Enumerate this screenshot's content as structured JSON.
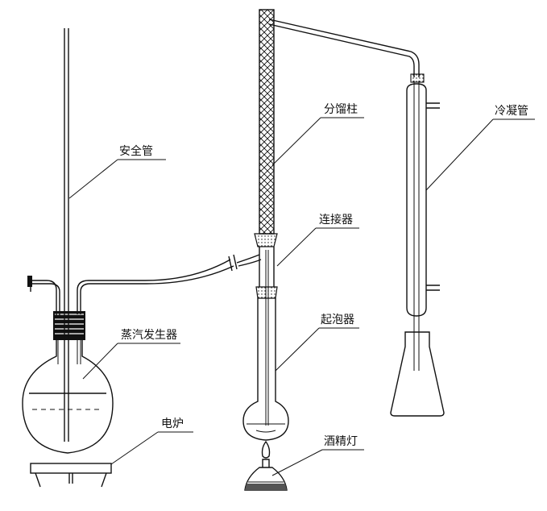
{
  "labels": {
    "safety_tube": "安全管",
    "fractionating_column": "分馏柱",
    "condenser": "冷凝管",
    "connector": "连接器",
    "steam_generator": "蒸汽发生器",
    "bubbler": "起泡器",
    "electric_stove": "电炉",
    "alcohol_lamp": "酒精灯"
  }
}
